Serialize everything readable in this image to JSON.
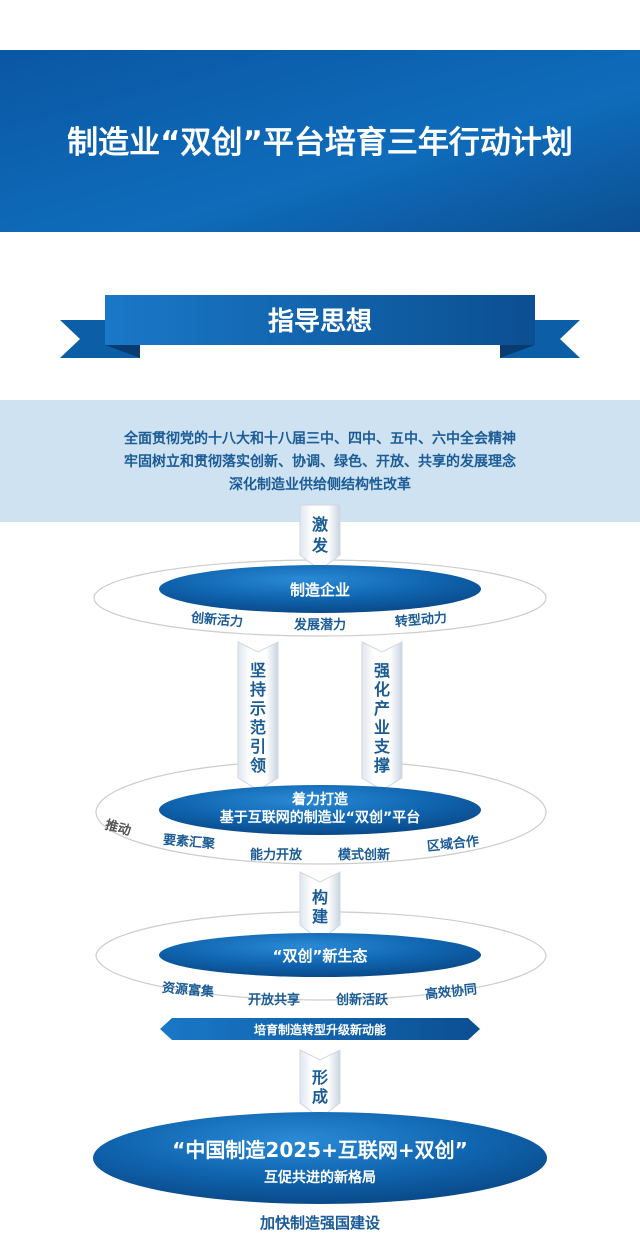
{
  "title": "制造业“双创”平台培育三年行动计划",
  "section_heading": "指导思想",
  "guiding_lines": [
    "全面贯彻党的十八大和十八届三中、四中、五中、六中全会精神",
    "牢固树立和贯彻落实创新、协调、绿色、开放、共享的发展理念",
    "深化制造业供给侧结构性改革"
  ],
  "arrow_1": [
    "激",
    "发"
  ],
  "level_1": {
    "center": "制造企业",
    "labels": [
      "创新活力",
      "发展潜力",
      "转型动力"
    ]
  },
  "arrow_left": [
    "坚",
    "持",
    "示",
    "范",
    "引",
    "领"
  ],
  "arrow_right": [
    "强",
    "化",
    "产",
    "业",
    "支",
    "撑"
  ],
  "level_2": {
    "center_line1": "着力打造",
    "center_line2": "基于互联网的制造业“双创”平台",
    "side_label": "推动",
    "labels": [
      "要素汇聚",
      "能力开放",
      "模式创新",
      "区域合作"
    ]
  },
  "arrow_2": [
    "构",
    "建"
  ],
  "level_3": {
    "center": "“双创”新生态",
    "labels": [
      "资源富集",
      "开放共享",
      "创新活跃",
      "高效协同"
    ]
  },
  "band": "培育制造转型升级新动能",
  "arrow_3": [
    "形",
    "成"
  ],
  "final": {
    "line1": "“中国制造2025+互联网+双创”",
    "line2": "互促共进的新格局"
  },
  "bottom": "加快制造强国建设",
  "colors": {
    "primary": "#0f63ad",
    "dark": "#0a4a8a",
    "light_band": "#cfe2f2",
    "text_blue": "#1b5c96"
  }
}
